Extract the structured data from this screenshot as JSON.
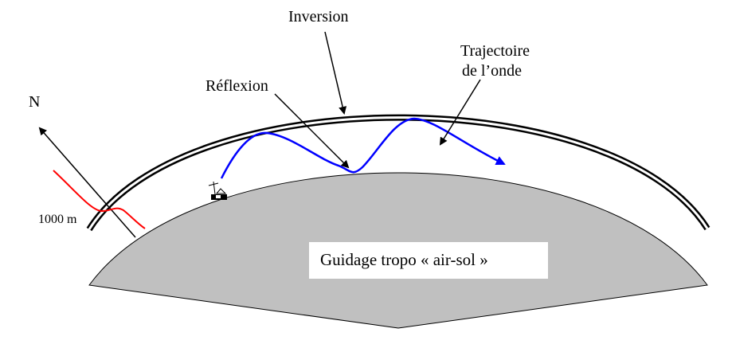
{
  "labels": {
    "inversion": "Inversion",
    "reflexion": "Réflexion",
    "trajectoire_line1": "Trajectoire",
    "trajectoire_line2": "de l’onde",
    "north": "N",
    "altitude": "1000 m",
    "guidage": "Guidage tropo « air-sol »"
  },
  "colors": {
    "ground": "#c0c0c0",
    "wave": "#0000ff",
    "profile": "#ff0000",
    "line": "#000000"
  },
  "icons": [
    "antenna-house-icon"
  ]
}
